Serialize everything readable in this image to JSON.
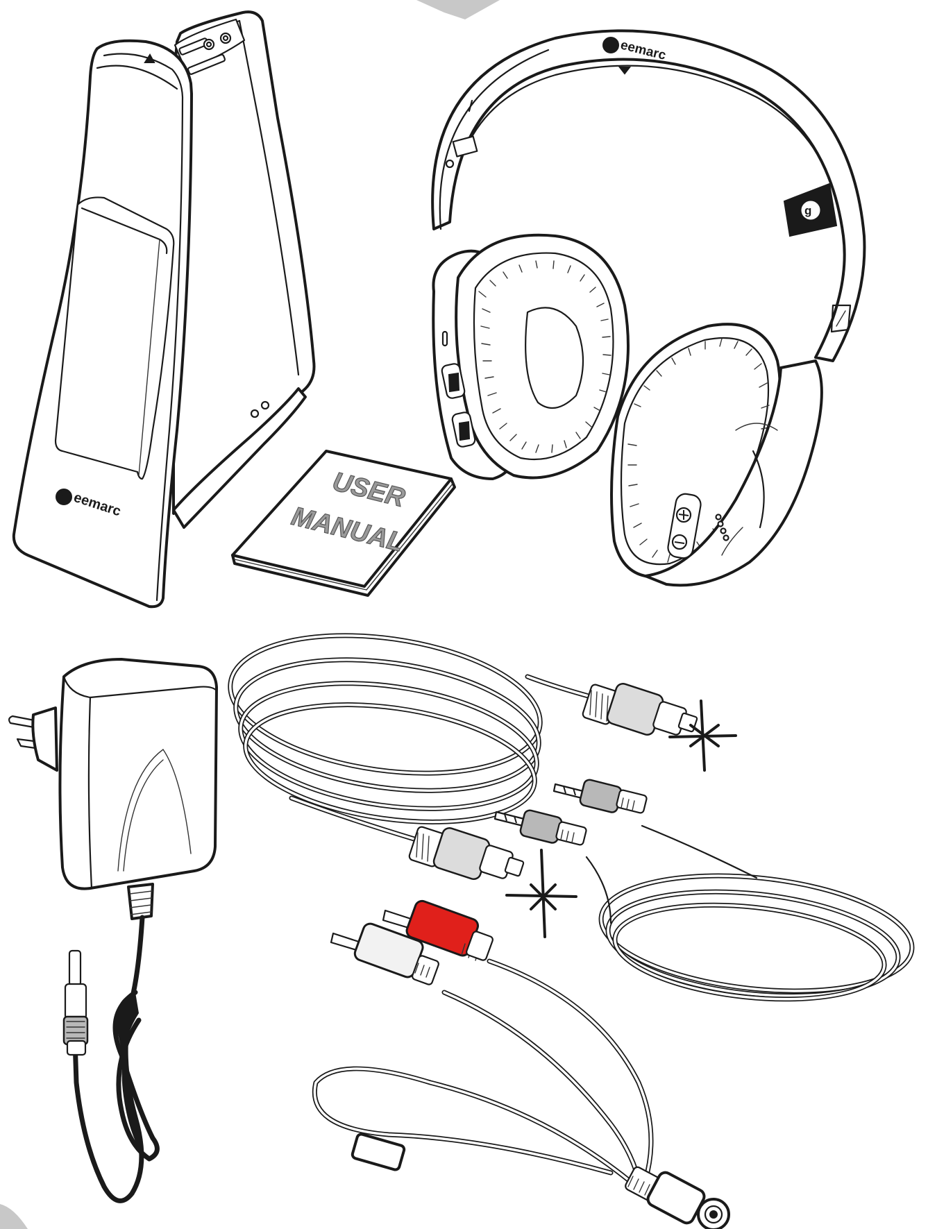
{
  "brand": {
    "name": "geemarc",
    "transmitter_logo": "eemarc",
    "headphone_logo": "eemarc"
  },
  "manual": {
    "line1": "USER",
    "line2": "MANUAL"
  },
  "colors": {
    "line": "#1a1a1a",
    "rca_red": "#e0201b",
    "rca_white": "#f2f2f2",
    "plug_grey": "#b8b8b8",
    "background": "#ffffff"
  },
  "icons": {
    "arrow": "triangle-up-icon",
    "plus": "plus-icon",
    "minus": "minus-icon",
    "spark": "light-spark-icon"
  }
}
